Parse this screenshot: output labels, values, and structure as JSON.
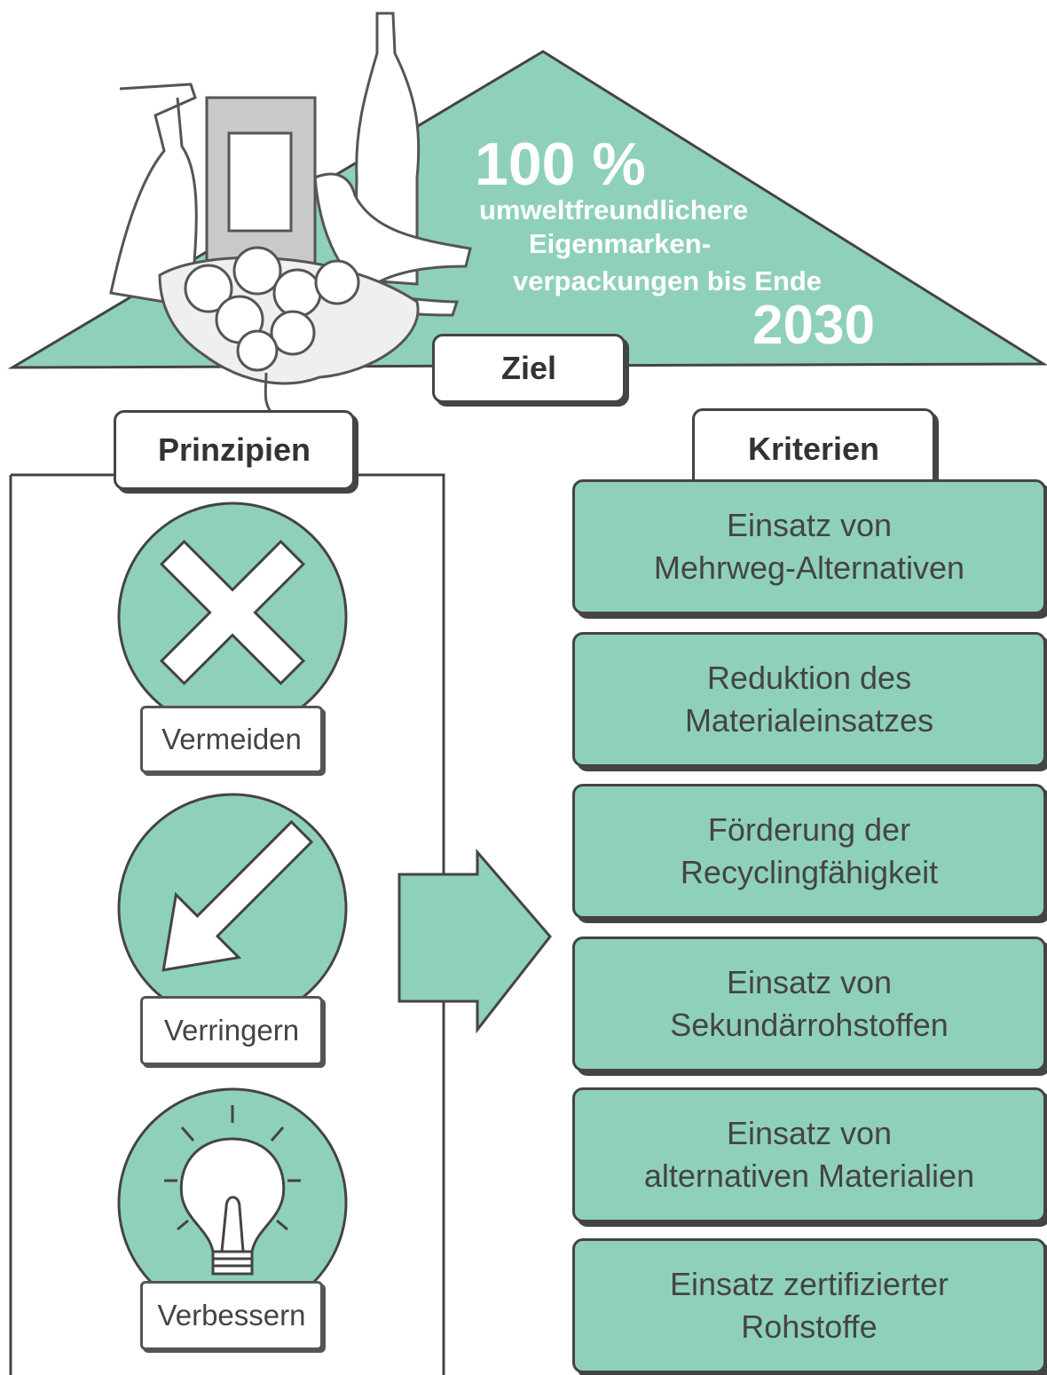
{
  "colors": {
    "accent": "#8fd0bc",
    "outline": "#444444",
    "background": "#ffffff"
  },
  "goal": {
    "percent": "100 %",
    "line1": "umweltfreundlichere",
    "line2": "Eigenmarken-",
    "line3": "verpackungen bis Ende",
    "year": "2030",
    "label": "Ziel"
  },
  "principles": {
    "header": "Prinzipien",
    "items": [
      {
        "label": "Vermeiden",
        "icon": "x-mark-icon"
      },
      {
        "label": "Verringern",
        "icon": "arrow-down-right-icon"
      },
      {
        "label": "Verbessern",
        "icon": "light-bulb-icon"
      }
    ]
  },
  "criteria": {
    "header": "Kriterien",
    "items": [
      {
        "line1": "Einsatz von",
        "line2": "Mehrweg-Alternativen"
      },
      {
        "line1": "Reduktion des",
        "line2": "Materialeinsatzes"
      },
      {
        "line1": "Förderung der",
        "line2": "Recyclingfähigkeit"
      },
      {
        "line1": "Einsatz von",
        "line2": "Sekundärrohstoffen"
      },
      {
        "line1": "Einsatz von",
        "line2": "alternativen Materialien"
      },
      {
        "line1": "Einsatz zertifizierter",
        "line2": "Rohstoffe"
      }
    ]
  }
}
